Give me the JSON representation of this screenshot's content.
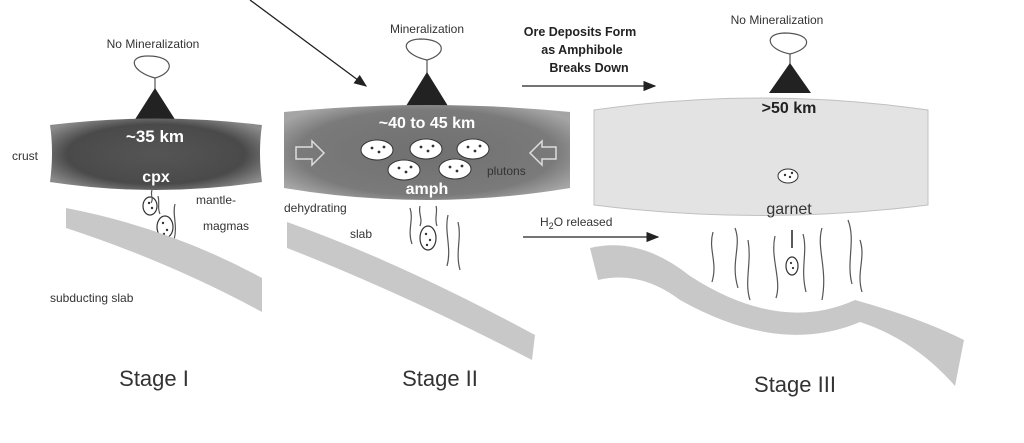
{
  "stage1": {
    "mineralization": "No Mineralization",
    "depth": "~35 km",
    "mineral": "cpx",
    "crust_label": "crust",
    "magma_label_1": "mantle-",
    "magma_label_2": "magmas",
    "slab_label": "subducting slab",
    "stage_label": "Stage I"
  },
  "stage2": {
    "mineralization": "Mineralization",
    "depth": "~40 to 45 km",
    "mineral": "amph",
    "plutons_label": "plutons",
    "dehydrating_label": "dehydrating",
    "slab_label": "slab",
    "stage_label": "Stage II"
  },
  "transition": {
    "ore_line_1": "Ore Deposits Form",
    "ore_line_2": "as Amphibole",
    "ore_line_3": "Breaks Down",
    "water_prefix": "H",
    "water_sub": "2",
    "water_suffix": "O released"
  },
  "stage3": {
    "mineralization": "No Mineralization",
    "depth": ">50 km",
    "mineral": "garnet",
    "stage_label": "Stage III"
  },
  "colors": {
    "crust_dark": "#4a4a4a",
    "crust_mid": "#6e6e6e",
    "crust_light": "#e3e3e3",
    "slab": "#c8c8c8"
  }
}
